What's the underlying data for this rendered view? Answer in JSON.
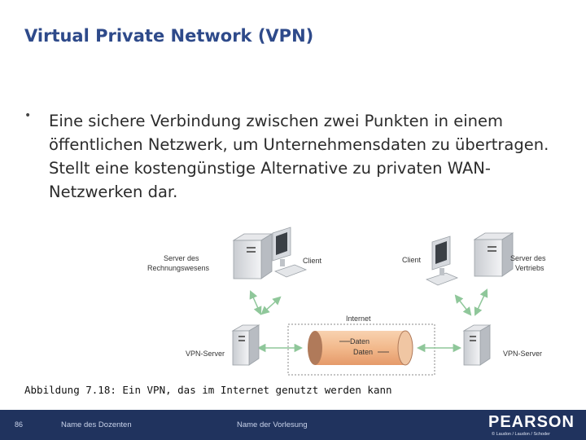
{
  "slide": {
    "title": "Virtual Private Network (VPN)",
    "bullet": "Eine sichere Verbindung zwischen zwei Punkten in einem öffentlichen Netzwerk, um Unternehmensdaten zu übertragen. Stellt eine kostengünstige Alternative zu privaten WAN-Netzwerken dar.",
    "caption": "Abbildung 7.18: Ein VPN, das im Internet genutzt werden kann"
  },
  "diagram": {
    "server_left_line1": "Server des",
    "server_left_line2": "Rechnungswesens",
    "client_left": "Client",
    "client_right": "Client",
    "server_right_line1": "Server des",
    "server_right_line2": "Vertriebs",
    "internet": "Internet",
    "vpn_server_left": "VPN-Server",
    "vpn_server_right": "VPN-Server",
    "tunnel_data_1": "Daten",
    "tunnel_data_2": "Daten"
  },
  "footer": {
    "page_number": "86",
    "lecturer": "Name des Dozenten",
    "course": "Name der Vorlesung",
    "brand": "PEARSON",
    "publisher": "© Laudon / Laudon / Schoder"
  },
  "colors": {
    "title": "#2e4a8a",
    "footer_bg": "#20335e",
    "arrow": "#8fc79a",
    "tunnel": "#f2b98c"
  }
}
